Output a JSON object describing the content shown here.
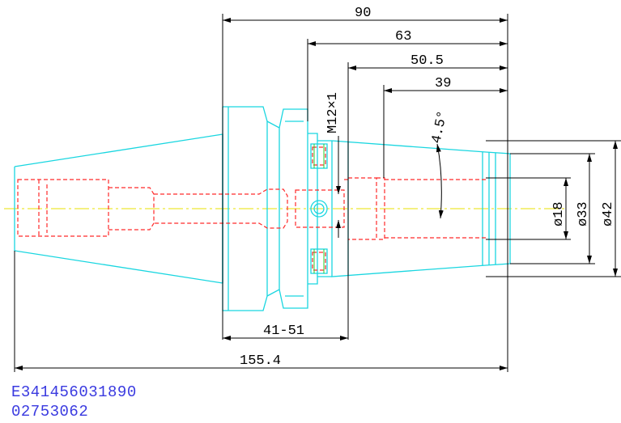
{
  "drawing": {
    "dimensions": {
      "len_90": "90",
      "len_63": "63",
      "len_50_5": "50.5",
      "len_39": "39",
      "angle": "4.5°",
      "thread": "M12×1",
      "dia_18": "ø18",
      "dia_33": "ø33",
      "dia_42": "ø42",
      "len_41_51": "41-51",
      "len_155_4": "155.4"
    },
    "codes": {
      "line1": "E341456031890",
      "line2": "02753062"
    },
    "colors": {
      "outline": "#19d6e0",
      "hidden": "#ff2a2a",
      "centerline": "#e8e000",
      "code_text": "#3a3ae0",
      "dimension": "#000000"
    }
  }
}
